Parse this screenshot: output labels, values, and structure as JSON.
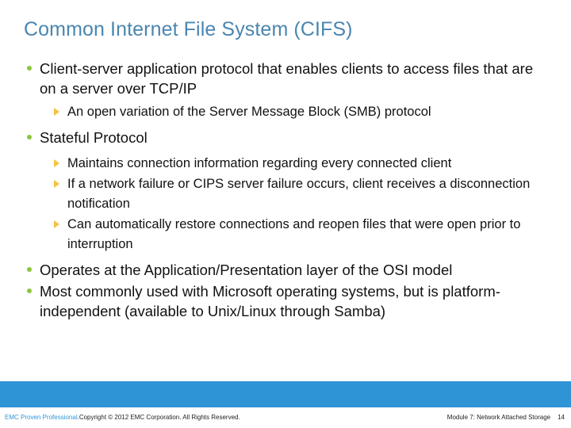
{
  "slide": {
    "title": "Common Internet File System (CIFS)",
    "title_color": "#4A86B0",
    "background_color": "#ffffff"
  },
  "content": {
    "bullet_marker_color": "#8CC63F",
    "sub_bullet_marker_color": "#F5C242",
    "items": [
      {
        "level": 1,
        "text": "Client-server application protocol that enables clients to access files that are on a server over TCP/IP"
      },
      {
        "level": 2,
        "text": "An open variation of the Server Message Block (SMB) protocol"
      },
      {
        "level": 1,
        "text": "Stateful Protocol"
      },
      {
        "level": 2,
        "text": "Maintains connection information regarding every connected client"
      },
      {
        "level": 2,
        "text": "If a network failure or CIPS server failure occurs, client receives a disconnection notification"
      },
      {
        "level": 2,
        "text": "Can automatically restore connections and reopen files that were open prior to interruption"
      },
      {
        "level": 1,
        "text": "Operates at the Application/Presentation layer of the OSI model"
      },
      {
        "level": 1,
        "text": "Most commonly used with Microsoft operating systems, but is platform-independent (available to Unix/Linux through Samba)"
      }
    ]
  },
  "footer": {
    "bar_color": "#2F94D6",
    "brand": "EMC Proven Professional",
    "copyright": ".Copyright © 2012 EMC Corporation. All Rights Reserved.",
    "module": "Module 7: Network Attached Storage",
    "page_number": "14"
  }
}
